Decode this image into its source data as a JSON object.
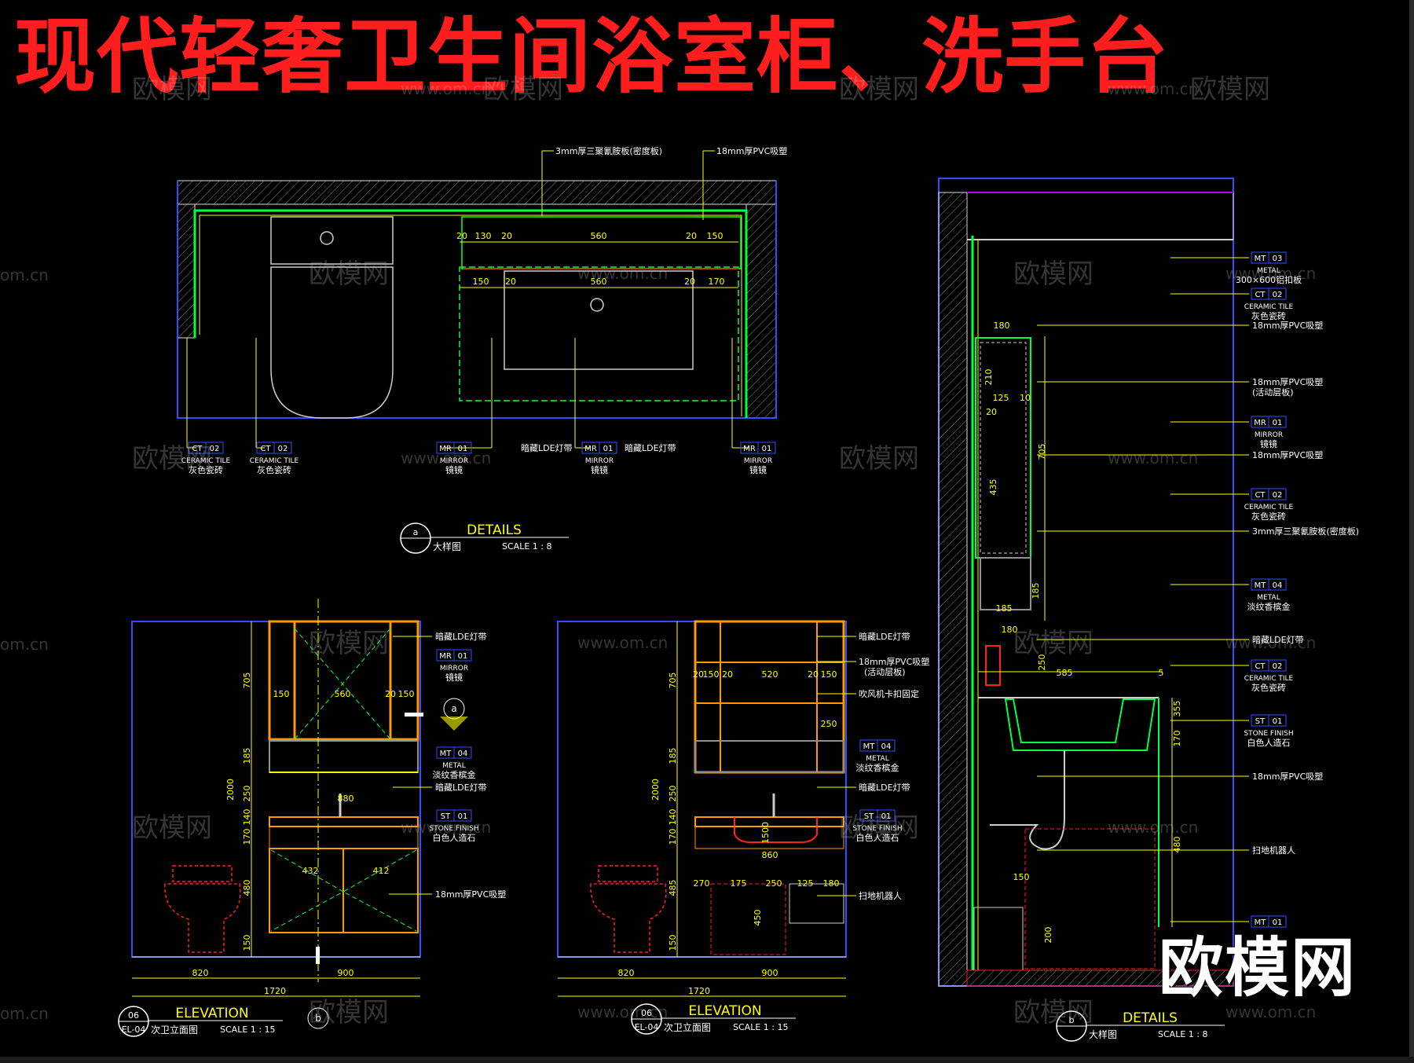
{
  "title": "现代轻奢卫生间浴室柜、洗手台",
  "watermark": {
    "brand": "欧模网",
    "site": "www.om.cn",
    "edge": "om.cn"
  },
  "logo": "欧模网",
  "colors": {
    "title": "#ff1e1e",
    "wall": "#3050ff",
    "green": "#00ff40",
    "yellow": "#ffff00",
    "orange": "#ff9a00",
    "red": "#ff2020",
    "gray": "#909090",
    "text": "#ffffff"
  },
  "detail_a": {
    "top_callouts": [
      "3mm厚三聚氰胺板(密度板)",
      "18mm厚PVC吸塑"
    ],
    "dims_top": [
      "20",
      "130",
      "20",
      "560",
      "20",
      "150"
    ],
    "dims_mid": [
      "150",
      "20",
      "560",
      "20",
      "170"
    ],
    "bottom_tags": [
      {
        "code": "CT",
        "num": "02",
        "en": "CERAMIC TILE",
        "cn": "灰色瓷砖"
      },
      {
        "code": "CT",
        "num": "02",
        "en": "CERAMIC TILE",
        "cn": "灰色瓷砖"
      },
      {
        "code": "MR",
        "num": "01",
        "en": "MIRROR",
        "cn": "镜镜"
      },
      {
        "code": "MR",
        "num": "01",
        "en": "MIRROR",
        "cn": "镜镜"
      },
      {
        "code": "MR",
        "num": "01",
        "en": "MIRROR",
        "cn": "镜镜"
      }
    ],
    "led_label": "暗藏LDE灯带",
    "label": {
      "letter": "a",
      "title": "DETAILS",
      "cn": "大样图",
      "scale": "SCALE 1 : 8"
    }
  },
  "elevation_1": {
    "right_labels": [
      "暗藏LDE灯带",
      "暗藏LDE灯带",
      "18mm厚PVC吸塑"
    ],
    "tag_mirror": {
      "code": "MR",
      "num": "01",
      "en": "MIRROR",
      "cn": "镜镜"
    },
    "tag_metal": {
      "code": "MT",
      "num": "04",
      "en": "METAL",
      "cn": "淡纹香槟金"
    },
    "tag_stone": {
      "code": "ST",
      "num": "01",
      "en": "STONE FINISH",
      "cn": "白色人造石"
    },
    "dims_v": [
      "705",
      "185",
      "250",
      "140",
      "170",
      "480",
      "150"
    ],
    "dims_h": [
      "150",
      "560",
      "20",
      "150",
      "880",
      "432",
      "412"
    ],
    "overall": "2000",
    "bottom_dims": [
      "820",
      "900"
    ],
    "total": "1720",
    "label": {
      "num": "06",
      "sheet": "EL-04",
      "title": "ELEVATION",
      "cn": "次卫立面图",
      "scale": "SCALE 1 : 15"
    },
    "section_marks": [
      "a",
      "b"
    ]
  },
  "elevation_2": {
    "right_labels": [
      "暗藏LDE灯带",
      "18mm厚PVC吸塑",
      "(活动层板)",
      "吹风机卡扣固定",
      "暗藏LDE灯带",
      "扫地机器人"
    ],
    "tag_metal": {
      "code": "MT",
      "num": "04",
      "en": "METAL",
      "cn": "淡纹香槟金"
    },
    "tag_stone": {
      "code": "ST",
      "num": "01",
      "en": "STONE FINISH",
      "cn": "白色人造石"
    },
    "dims_h_top": [
      "20",
      "150",
      "20",
      "520",
      "20",
      "150"
    ],
    "dims_h_low": [
      "860",
      "270",
      "175",
      "250",
      "125",
      "180"
    ],
    "dims_v": [
      "705",
      "185",
      "250",
      "140",
      "170",
      "485",
      "150"
    ],
    "inner_dims": [
      "250",
      "1500",
      "450"
    ],
    "overall": "2000",
    "bottom_dims": [
      "820",
      "900"
    ],
    "total": "1720",
    "label": {
      "num": "06",
      "sheet": "EL-04",
      "title": "ELEVATION",
      "cn": "次卫立面图",
      "scale": "SCALE 1 : 15"
    }
  },
  "detail_b": {
    "tags": [
      {
        "code": "MT",
        "num": "03",
        "en": "METAL",
        "cn": "300×600铝扣板"
      },
      {
        "code": "CT",
        "num": "02",
        "en": "CERAMIC TILE",
        "cn": "灰色瓷砖"
      },
      {
        "code": "MR",
        "num": "01",
        "en": "MIRROR",
        "cn": "镜镜"
      },
      {
        "code": "CT",
        "num": "02",
        "en": "CERAMIC TILE",
        "cn": "灰色瓷砖"
      },
      {
        "code": "MT",
        "num": "04",
        "en": "METAL",
        "cn": "淡纹香槟金"
      },
      {
        "code": "CT",
        "num": "02",
        "en": "CERAMIC TILE",
        "cn": "灰色瓷砖"
      },
      {
        "code": "ST",
        "num": "01",
        "en": "STONE FINISH",
        "cn": "白色人造石"
      },
      {
        "code": "MT",
        "num": "01",
        "en": "",
        "cn": ""
      }
    ],
    "notes": [
      "18mm厚PVC吸塑",
      "18mm厚PVC吸塑",
      "(活动层板)",
      "18mm厚PVC吸塑",
      "3mm厚三聚氰胺板(密度板)",
      "暗藏LDE灯带",
      "18mm厚PVC吸塑",
      "扫地机器人"
    ],
    "dims": [
      "180",
      "210",
      "125",
      "10",
      "20",
      "705",
      "435",
      "185",
      "185",
      "180",
      "250",
      "585",
      "5",
      "355",
      "170",
      "480",
      "150",
      "200"
    ],
    "label": {
      "letter": "b",
      "title": "DETAILS",
      "cn": "大样图",
      "scale": "SCALE 1 : 8"
    }
  }
}
